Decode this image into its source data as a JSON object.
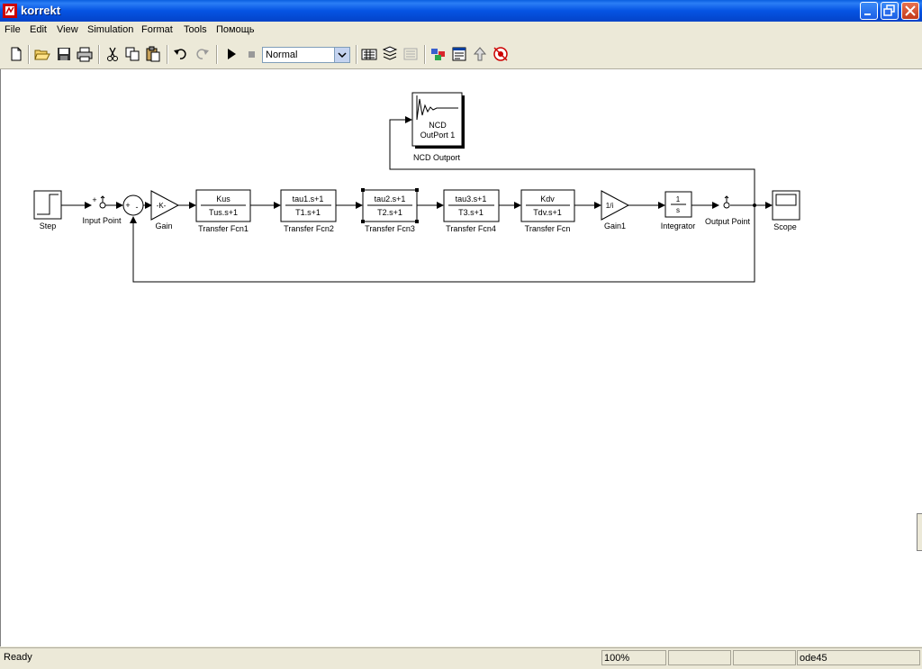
{
  "window": {
    "title": "korrekt"
  },
  "menu": [
    "File",
    "Edit",
    "View",
    "Simulation",
    "Format",
    "Tools",
    "Помощь"
  ],
  "toolbar": {
    "icons": [
      "new-file-icon",
      "open-folder-icon",
      "save-icon",
      "print-icon",
      "cut-icon",
      "copy-icon",
      "paste-icon",
      "undo-icon",
      "redo-icon",
      "play-icon",
      "stop-icon",
      "library-browser-icon",
      "update-diagram-icon",
      "build-icon",
      "model-explorer-icon",
      "model-properties-icon",
      "go-to-parent-icon",
      "debug-icon"
    ],
    "simulation_mode": "Normal"
  },
  "diagram": {
    "blocks": {
      "step": {
        "label": "Step"
      },
      "input_point": {
        "label": "Input Point",
        "sign": "+"
      },
      "sum": {
        "plus": "+",
        "minus": "-"
      },
      "gain": {
        "label": "Gain",
        "content": "-K-"
      },
      "tf1": {
        "label": "Transfer Fcn1",
        "num": "Kus",
        "den": "Tus.s+1"
      },
      "tf2": {
        "label": "Transfer Fcn2",
        "num": "tau1.s+1",
        "den": "T1.s+1"
      },
      "tf3": {
        "label": "Transfer Fcn3",
        "num": "tau2.s+1",
        "den": "T2.s+1"
      },
      "tf4": {
        "label": "Transfer Fcn4",
        "num": "tau3.s+1",
        "den": "T3.s+1"
      },
      "tf": {
        "label": "Transfer Fcn",
        "num": "Kdv",
        "den": "Tdv.s+1"
      },
      "gain1": {
        "label": "Gain1",
        "content": "1/i"
      },
      "integrator": {
        "label": "Integrator",
        "num": "1",
        "den": "s"
      },
      "output_point": {
        "label": "Output Point"
      },
      "scope": {
        "label": "Scope"
      },
      "ncd": {
        "label": "NCD Outport",
        "line1": "NCD",
        "line2": "OutPort 1"
      }
    }
  },
  "status": {
    "text": "Ready",
    "zoom": "100%",
    "empty1": "",
    "empty2": "",
    "solver": "ode45"
  }
}
